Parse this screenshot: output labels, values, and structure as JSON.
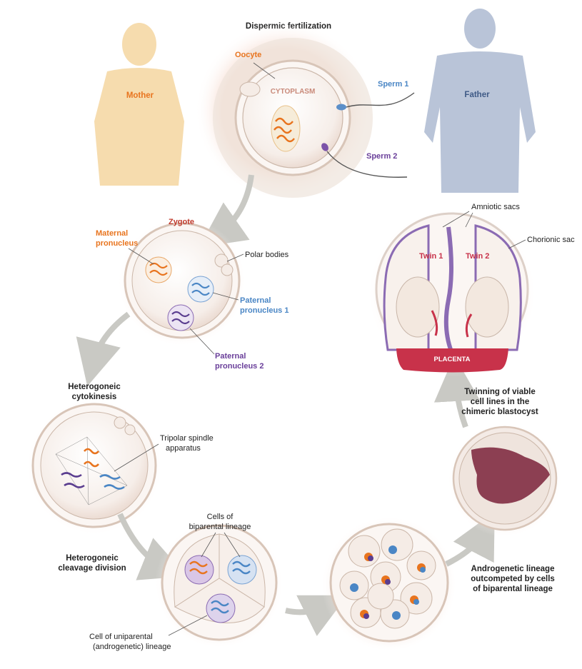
{
  "title": "Dispermic fertilization",
  "labels": {
    "mother": "Mother",
    "father": "Father",
    "oocyte": "Oocyte",
    "cytoplasm": "CYTOPLASM",
    "sperm1": "Sperm 1",
    "sperm2": "Sperm 2",
    "zygote": "Zygote",
    "maternal_pronucleus": [
      "Maternal",
      "pronucleus"
    ],
    "polar_bodies": "Polar bodies",
    "paternal_pronucleus_1": [
      "Paternal",
      "pronucleus 1"
    ],
    "paternal_pronucleus_2": [
      "Paternal",
      "pronucleus 2"
    ],
    "heterogoneic_cytokinesis": [
      "Heterogoneic",
      "cytokinesis"
    ],
    "tripolar_spindle": [
      "Tripolar spindle",
      "apparatus"
    ],
    "heterogoneic_cleavage": [
      "Heterogoneic",
      "cleavage division"
    ],
    "cells_biparental": [
      "Cells of",
      "biparental lineage"
    ],
    "cell_uniparental": [
      "Cell of uniparental",
      "(androgenetic) lineage"
    ],
    "androgenetic_outcompeted": [
      "Androgenetic lineage",
      "outcompeted by cells",
      "of  biparental lineage"
    ],
    "twinning": [
      "Twinning of viable",
      "cell lines in the",
      "chimeric blastocyst"
    ],
    "amniotic_sacs": "Amniotic sacs",
    "chorionic_sac": "Chorionic sac",
    "twin1": "Twin 1",
    "twin2": "Twin 2",
    "placenta": "PLACENTA"
  },
  "colors": {
    "maternal": "#e8741e",
    "paternal1": "#4a86c5",
    "paternal2": "#6a3f9a",
    "mother_silhouette": "#f6dcae",
    "father_silhouette": "#b9c4d8",
    "placenta": "#c8324a",
    "arrow": "#c9c9c4"
  }
}
